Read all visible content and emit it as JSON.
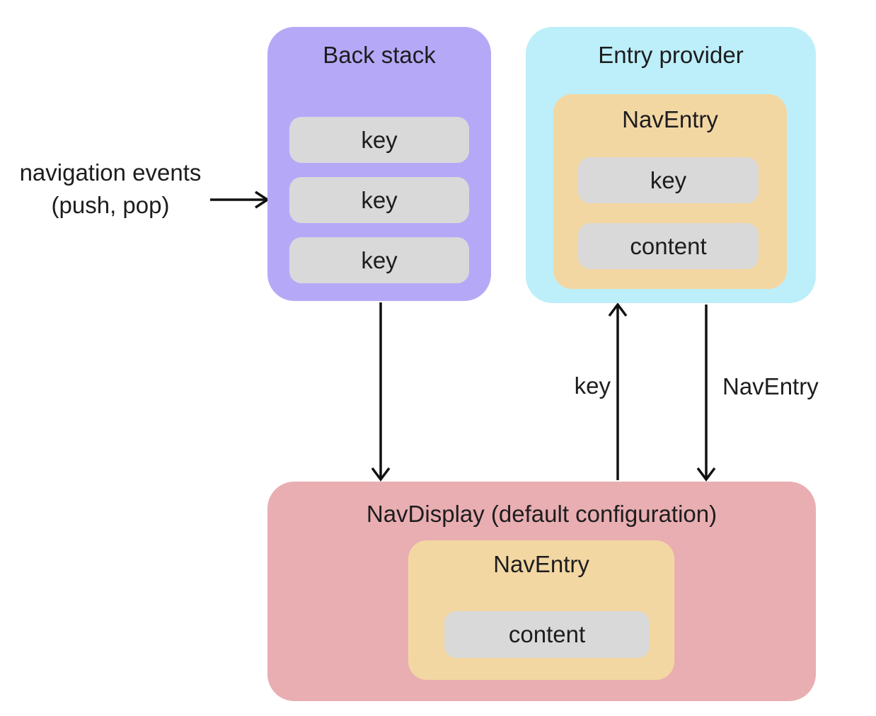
{
  "colors": {
    "purple": "#b5a9f7",
    "cyan": "#bdeffa",
    "orange": "#f3d7a3",
    "gray": "#d9d9d9",
    "pink": "#e9aeb1",
    "text": "#1d1d1f",
    "arrow": "#111111"
  },
  "external_label": {
    "line1": "navigation events",
    "line2": "(push, pop)"
  },
  "back_stack": {
    "title": "Back stack",
    "keys": [
      "key",
      "key",
      "key"
    ]
  },
  "entry_provider": {
    "title": "Entry provider",
    "nav_entry": {
      "title": "NavEntry",
      "key_label": "key",
      "content_label": "content"
    }
  },
  "nav_display": {
    "title": "NavDisplay (default configuration)",
    "nav_entry": {
      "title": "NavEntry",
      "content_label": "content"
    }
  },
  "edges": {
    "key_up_label": "key",
    "nav_entry_down_label": "NavEntry"
  }
}
